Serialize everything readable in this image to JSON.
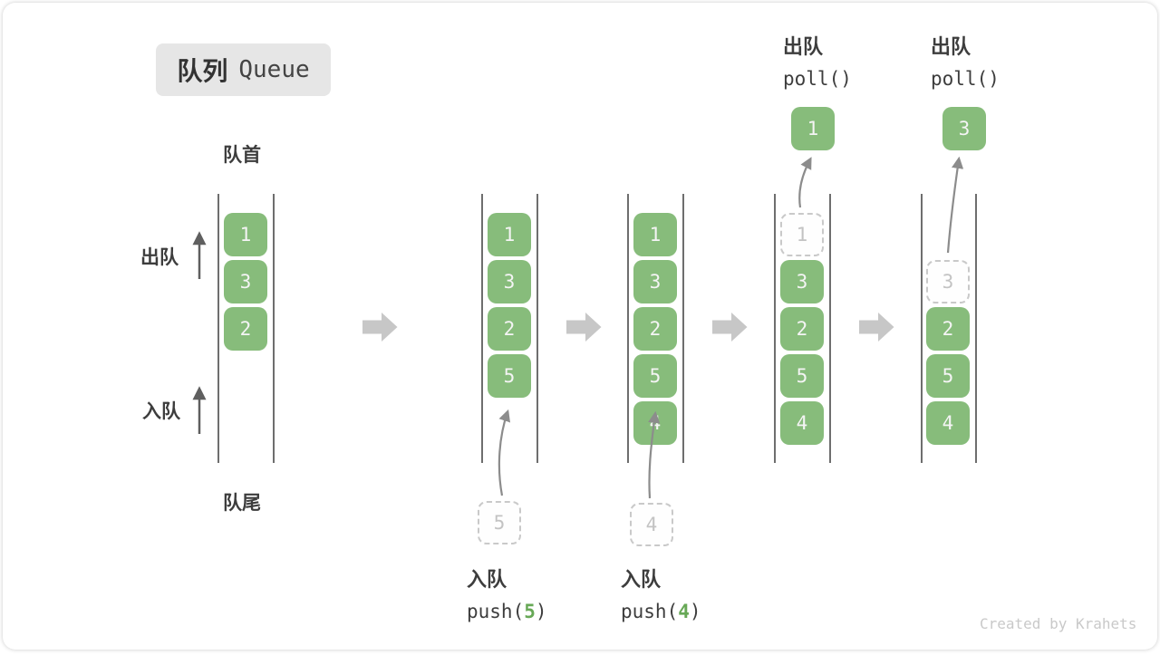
{
  "badge": {
    "zh": "队列",
    "en": "Queue"
  },
  "labels": {
    "front": "队首",
    "rear": "队尾",
    "dequeue": "出队",
    "enqueue": "入队"
  },
  "annotations": {
    "poll1": {
      "title": "出队",
      "code": "poll()"
    },
    "poll2": {
      "title": "出队",
      "code": "poll()"
    },
    "push5": {
      "title": "入队",
      "code_pre": "push(",
      "arg": "5",
      "code_post": ")"
    },
    "push4": {
      "title": "入队",
      "code_pre": "push(",
      "arg": "4",
      "code_post": ")"
    }
  },
  "states": [
    {
      "name": "initial",
      "cells": [
        {
          "v": "1"
        },
        {
          "v": "3"
        },
        {
          "v": "2"
        }
      ]
    },
    {
      "name": "after-push-5",
      "cells": [
        {
          "v": "1"
        },
        {
          "v": "3"
        },
        {
          "v": "2"
        },
        {
          "v": "5"
        }
      ],
      "incoming": "5"
    },
    {
      "name": "after-push-4",
      "cells": [
        {
          "v": "1"
        },
        {
          "v": "3"
        },
        {
          "v": "2"
        },
        {
          "v": "5"
        },
        {
          "v": "4"
        }
      ],
      "incoming": "4"
    },
    {
      "name": "after-poll-1",
      "ghost": "1",
      "cells": [
        {
          "v": "3"
        },
        {
          "v": "2"
        },
        {
          "v": "5"
        },
        {
          "v": "4"
        }
      ],
      "popped": "1"
    },
    {
      "name": "after-poll-3",
      "ghost": "3",
      "cells": [
        {
          "v": "2"
        },
        {
          "v": "5"
        },
        {
          "v": "4"
        }
      ],
      "popped": "3"
    }
  ],
  "watermark": "Created by Krahets",
  "colors": {
    "box_green": "#87bc7b",
    "code_green": "#67a856",
    "ghost_gray": "#c9c9c9",
    "rail_gray": "#6e6e6e",
    "block_arrow_gray": "#c7c7c7"
  }
}
